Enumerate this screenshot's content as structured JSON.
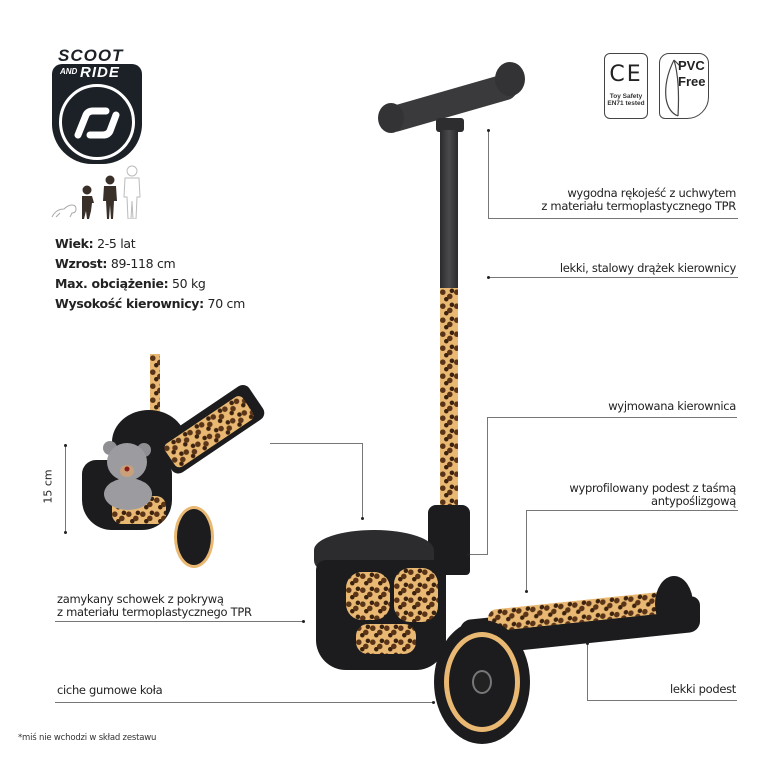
{
  "brand": {
    "logo_line1": "SCOOT",
    "logo_line2_small": "AND",
    "logo_line2": "RIDE",
    "logo_icon": "scoot-and-ride-s-icon"
  },
  "badges": {
    "ce_mark": "CE",
    "ce_line1": "Toy Safety",
    "ce_line2": "EN71 tested",
    "pvc_line1": "PVC",
    "pvc_line2": "Free",
    "pvc_icon": "leaf-icon"
  },
  "age_icons": [
    "baby-crawling-icon",
    "toddler-icon",
    "child-icon",
    "older-child-outline-icon"
  ],
  "specs": [
    {
      "label": "Wiek:",
      "value": "2-5 lat"
    },
    {
      "label": "Wzrost:",
      "value": "89-118 cm"
    },
    {
      "label": "Max. obciążenie:",
      "value": "50 kg"
    },
    {
      "label": "Wysokość kierownicy:",
      "value": "70 cm"
    }
  ],
  "dimension": {
    "label": "15 cm"
  },
  "features": {
    "handle_line1": "wygodna rękojeść z uchwytem",
    "handle_line2": "z materiału termoplastycznego TPR",
    "bar": "lekki, stalowy drążek kierownicy",
    "removable": "wyjmowana kierownica",
    "deck_line1": "wyprofilowany podest z taśmą",
    "deck_line2": "antypoślizgową",
    "storage_line1": "zamykany schowek z pokrywą",
    "storage_line2": "z materiału termoplastycznego TPR",
    "wheels": "ciche gumowe koła",
    "light_deck": "lekki podest"
  },
  "footnote": "*miś nie wchodzi w skład zestawu",
  "colors": {
    "leopard_base": "#e9b872",
    "leopard_spot": "#5a3418",
    "scooter_black": "#1c1c1e",
    "handle_grey": "#3a3a3c",
    "line_grey": "#777777"
  }
}
